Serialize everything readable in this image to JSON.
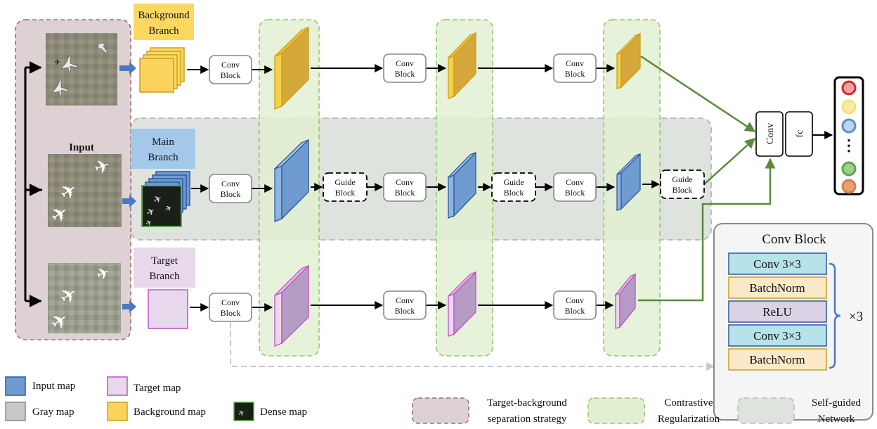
{
  "branches": {
    "background": {
      "label_line1": "Background",
      "label_line2": "Branch",
      "color": "#fcd860"
    },
    "main": {
      "label_line1": "Main",
      "label_line2": "Branch",
      "color": "#a4c8ea"
    },
    "target": {
      "label_line1": "Target",
      "label_line2": "Branch",
      "color": "#e8d8ec"
    }
  },
  "input_label": "Input",
  "conv_block_small": {
    "line1": "Conv",
    "line2": "Block"
  },
  "guide_block": {
    "line1": "Guide",
    "line2": "Block"
  },
  "head": {
    "conv": "Conv",
    "fc": "fc"
  },
  "output_dots": "⋮",
  "output_colors": [
    "#cc2b2b",
    "#f5e07a",
    "#5b8fd0",
    "#5aa84a",
    "#d08050"
  ],
  "conv_block_detail": {
    "title": "Conv Block",
    "layers": [
      {
        "label": "Conv 3×3",
        "color": "#b6e2ea"
      },
      {
        "label": "BatchNorm",
        "color": "#fbe9c8"
      },
      {
        "label": "ReLU",
        "color": "#dcd2e6"
      },
      {
        "label": "Conv 3×3",
        "color": "#b6e2ea"
      },
      {
        "label": "BatchNorm",
        "color": "#fbe9c8"
      }
    ],
    "repeat": "×3"
  },
  "legend": {
    "input_map": "Input map",
    "gray_map": "Gray map",
    "target_map": "Target map",
    "background_map": "Background map",
    "dense_map": "Dense map",
    "target_background_line1": "Target-background",
    "target_background_line2": "separation strategy",
    "contrastive_line1": "Contrastive",
    "contrastive_line2": "Regularization",
    "self_guided_line1": "Self-guided",
    "self_guided_line2": "Network"
  },
  "colors": {
    "yellow_face": "#f7d04a",
    "yellow_stroke": "#c8a020",
    "gold_face": "#d4a83a",
    "gold_stroke": "#9a7410",
    "blue_face": "#6f9bd0",
    "blue_stroke": "#2d5a9a",
    "purple_face": "#b49cc4",
    "purple_stroke": "#c050c8",
    "green_region": "#e2f0d2",
    "green_dash": "#96c86c",
    "gray_region": "#dfe3de",
    "sep_region": "#ddd1d4",
    "sep_dash": "#a07070",
    "arrow_green": "#5a8a3a"
  }
}
